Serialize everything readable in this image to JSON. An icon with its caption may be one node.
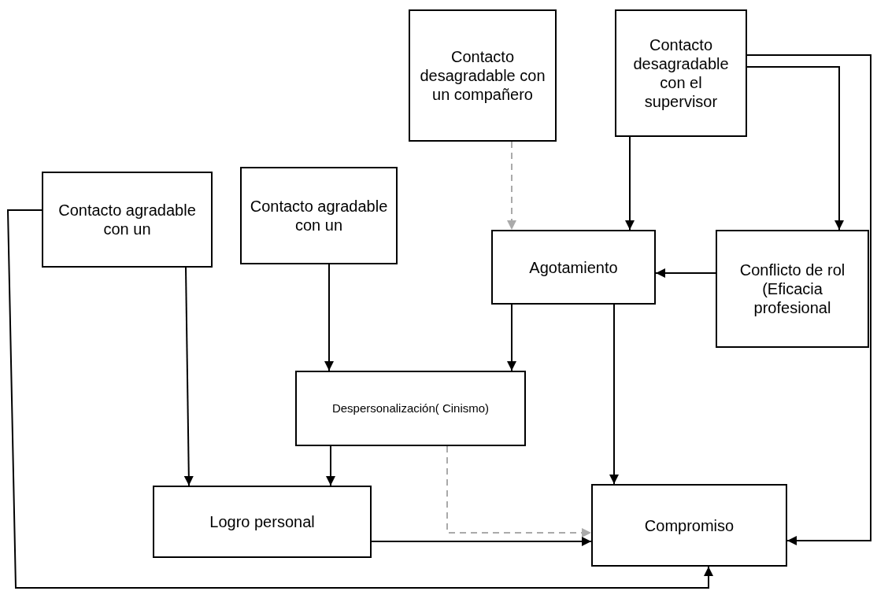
{
  "diagram": {
    "nodes": [
      {
        "text": [
          "Contacto desagradable con un compañero"
        ]
      },
      {
        "text": [
          "Contacto desagradable con el supervisor"
        ]
      },
      {
        "text": [
          "Contacto agradable con un"
        ]
      },
      {
        "text": [
          "Contacto agradable con un"
        ]
      },
      {
        "text": [
          "Agotamiento"
        ]
      },
      {
        "text": [
          "Conflicto de rol (Eficacia profesional"
        ]
      },
      {
        "text": [
          "Despersonalización( Cinismo)"
        ]
      },
      {
        "text": [
          "Logro personal"
        ]
      },
      {
        "text": [
          "Compromiso"
        ]
      }
    ],
    "edges": [
      {
        "from": 0,
        "to": 4,
        "arrow": "to",
        "style": "dashed",
        "color": "#aaaaaa"
      },
      {
        "from": 1,
        "to": 4,
        "arrow": "to"
      },
      {
        "from": 1,
        "to": 5,
        "arrow": "to"
      },
      {
        "from": 1,
        "to": 8,
        "arrow": "to"
      },
      {
        "from": 5,
        "to": 4,
        "arrow": "to"
      },
      {
        "from": 2,
        "to": 7,
        "arrow": "to"
      },
      {
        "from": 3,
        "to": 6,
        "arrow": "to"
      },
      {
        "from": 4,
        "to": 6,
        "arrow": "to"
      },
      {
        "from": 6,
        "to": 7,
        "arrow": "to"
      },
      {
        "from": 6,
        "to": 8,
        "arrow": "to",
        "style": "dashed",
        "color": "#aaaaaa"
      },
      {
        "from": 4,
        "to": 8,
        "arrow": "to"
      },
      {
        "from": 7,
        "to": 8,
        "arrow": "to"
      },
      {
        "from": 2,
        "to": 8,
        "arrow": "to"
      }
    ]
  }
}
